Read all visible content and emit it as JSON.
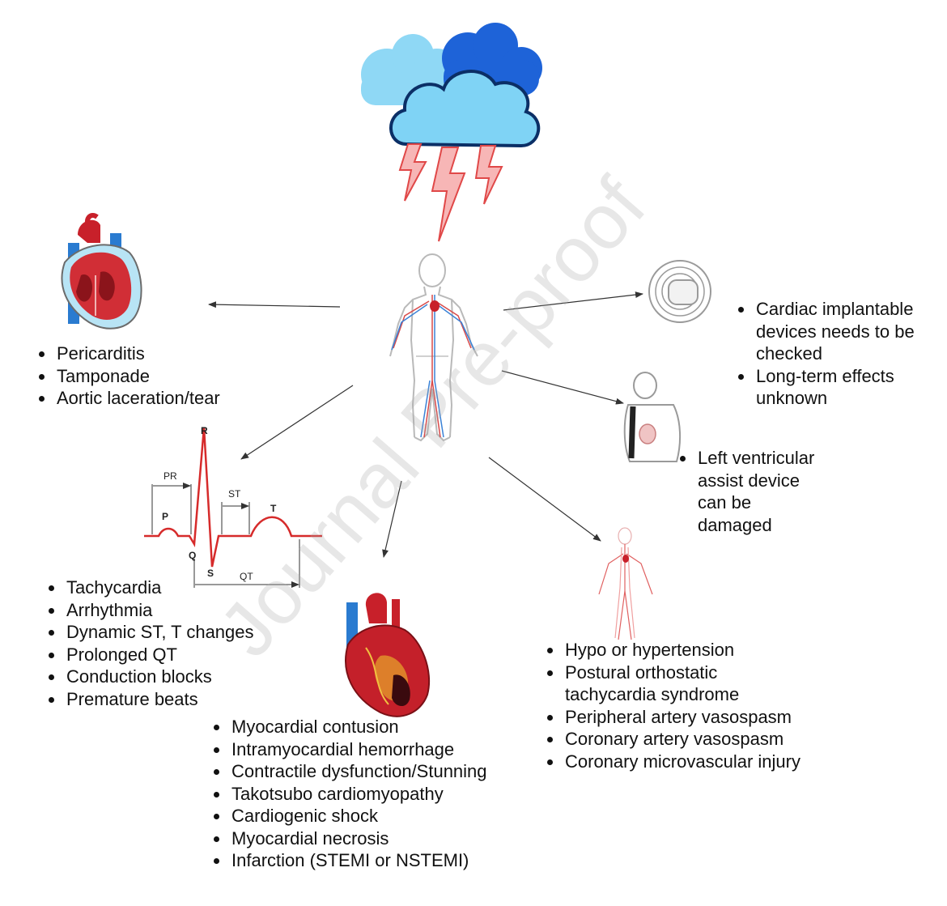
{
  "watermark": "Journal Pre-proof",
  "colors": {
    "cloud_light": "#7fd3f5",
    "cloud_dark": "#1a5fd6",
    "lightning_fill": "#f7b6b6",
    "lightning_stroke": "#e04848",
    "heart_red": "#c8202a",
    "vessel_blue": "#2a7bd0",
    "ecg_line": "#d62b2b"
  },
  "icons": [
    "storm-cloud-icon",
    "lightning-icon",
    "human-circulation-icon",
    "heart-anatomy-icon",
    "heart-infarction-icon",
    "pacemaker-icon",
    "lvad-patient-icon",
    "vascular-body-icon"
  ],
  "ecg": {
    "waves": {
      "p": "P",
      "q": "Q",
      "r": "R",
      "s": "S",
      "t": "T"
    },
    "intervals": {
      "pr": "PR",
      "st": "ST",
      "qt": "QT"
    }
  },
  "groups": {
    "pericardial": [
      "Pericarditis",
      "Tamponade",
      "Aortic laceration/tear"
    ],
    "electrical": [
      "Tachycardia",
      "Arrhythmia",
      "Dynamic ST, T changes",
      "Prolonged QT",
      "Conduction blocks",
      "Premature beats"
    ],
    "myocardial": [
      "Myocardial contusion",
      "Intramyocardial hemorrhage",
      "Contractile dysfunction/Stunning",
      "Takotsubo cardiomyopathy",
      "Cardiogenic shock",
      "Myocardial necrosis",
      "Infarction (STEMI or NSTEMI)"
    ],
    "devices": {
      "item1_line1": "Cardiac implantable",
      "item1_line2": "devices needs to be",
      "item1_line3": "checked",
      "item2_line1": "Long-term effects",
      "item2_line2": "unknown"
    },
    "lvad": {
      "line1": "Left ventricular",
      "line2": "assist device",
      "line3": "can be",
      "line4": "damaged"
    },
    "vascular": {
      "item1": "Hypo or hypertension",
      "item2_line1": "Postural orthostatic",
      "item2_line2": "tachycardia syndrome",
      "item3": "Peripheral artery vasospasm",
      "item4": "Coronary artery vasospasm",
      "item5": "Coronary microvascular injury"
    }
  }
}
